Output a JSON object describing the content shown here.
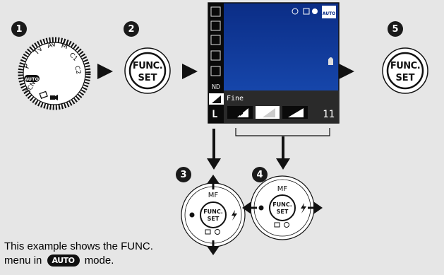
{
  "steps": [
    "1",
    "2",
    "3",
    "4",
    "5"
  ],
  "func_button": {
    "line1": "FUNC.",
    "line2": "SET"
  },
  "mode_dial": {
    "labels": [
      "P",
      "Tv",
      "Av",
      "M",
      "C1",
      "C2",
      "SCN",
      "AUTO"
    ],
    "icons": [
      "stitch-assist-icon",
      "movie-icon"
    ]
  },
  "lcd": {
    "quality_label": "Fine",
    "shots_remaining": "11",
    "mode_badge": "AUTO",
    "left_menu_icons": [
      "recording-mode-icon",
      "exposure-icon",
      "white-balance-icon",
      "photo-effect-icon",
      "bracketing-icon",
      "nd-filter-icon",
      "compression-icon",
      "resolution-icon"
    ],
    "left_menu_text": [
      "ND",
      "L"
    ],
    "quality_options": [
      "superfine-icon",
      "fine-icon",
      "normal-icon"
    ]
  },
  "control_dial": {
    "top": "MF",
    "center_line1": "FUNC.",
    "center_line2": "SET"
  },
  "caption": {
    "line1": "This example shows the FUNC.",
    "line2_prefix": "menu in",
    "badge": "AUTO",
    "line2_suffix": "mode."
  },
  "colors": {
    "background": "#e6e6e6",
    "ink": "#111111",
    "lcd_sky": "#0f3a9a"
  }
}
